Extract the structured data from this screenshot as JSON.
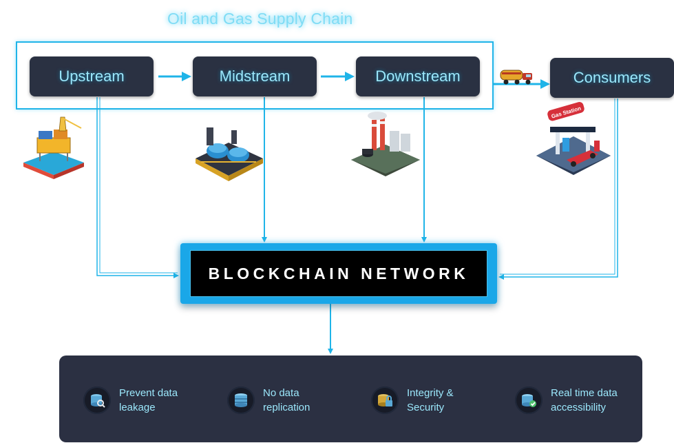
{
  "title": "Oil and Gas Supply Chain",
  "stages": {
    "upstream": "Upstream",
    "midstream": "Midstream",
    "downstream": "Downstream",
    "consumers": "Consumers"
  },
  "illustrations": {
    "gas_station_sign": "Gas Station"
  },
  "blockchain": "BLOCKCHAIN NETWORK",
  "benefits": [
    {
      "line1": "Prevent data",
      "line2": "leakage",
      "icon": "database-search-icon"
    },
    {
      "line1": "No data",
      "line2": "replication",
      "icon": "database-stack-icon"
    },
    {
      "line1": "Integrity &",
      "line2": "Security",
      "icon": "lock-database-icon"
    },
    {
      "line1": "Real time data",
      "line2": "accessibility",
      "icon": "database-check-icon"
    }
  ],
  "colors": {
    "accent": "#1fb4e8",
    "stage_bg": "#2a3142",
    "stage_text": "#9be7fb",
    "panel_bg": "#2b3042"
  }
}
